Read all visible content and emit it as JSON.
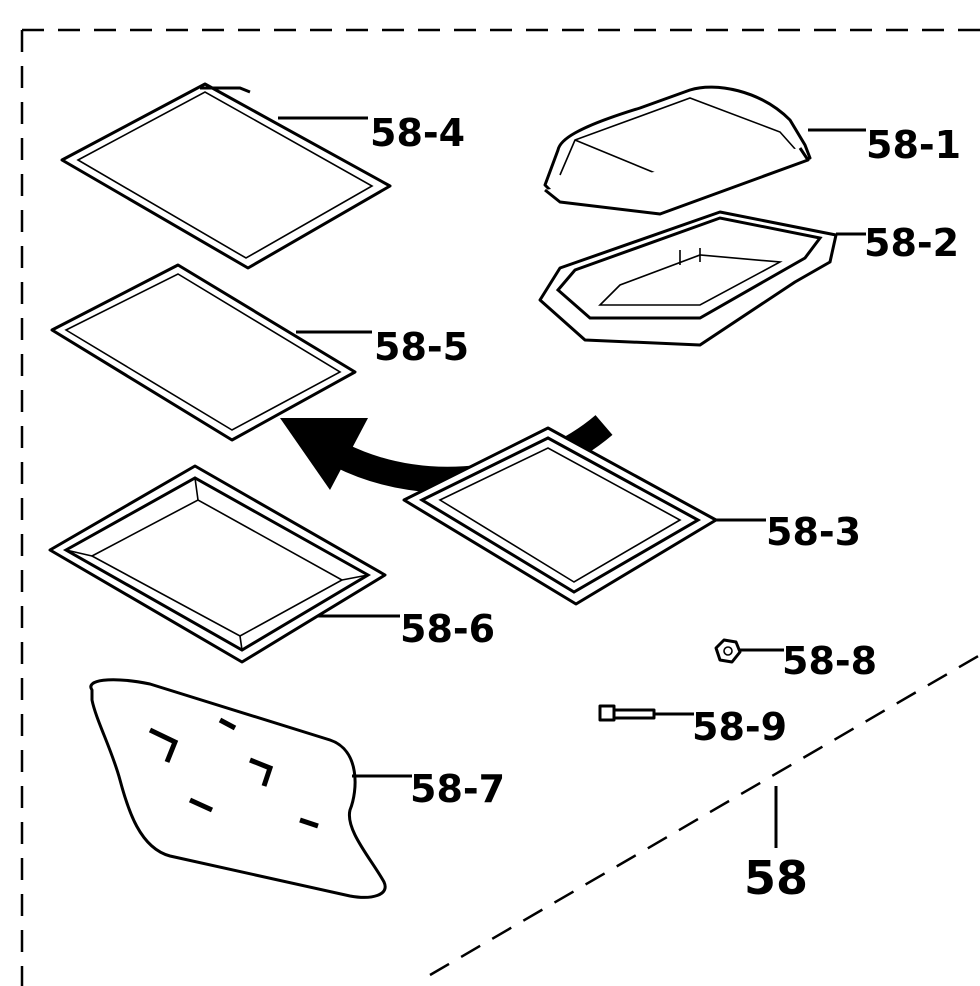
{
  "diagram": {
    "group_label": "58",
    "parts": [
      {
        "id": "58-1",
        "label": "58-1",
        "name": "lid-cover"
      },
      {
        "id": "58-2",
        "label": "58-2",
        "name": "cooking-vessel"
      },
      {
        "id": "58-3",
        "label": "58-3",
        "name": "shallow-tray"
      },
      {
        "id": "58-4",
        "label": "58-4",
        "name": "grill-rack"
      },
      {
        "id": "58-5",
        "label": "58-5",
        "name": "grill-plate"
      },
      {
        "id": "58-6",
        "label": "58-6",
        "name": "deep-baking-tray"
      },
      {
        "id": "58-7",
        "label": "58-7",
        "name": "textured-mat"
      },
      {
        "id": "58-8",
        "label": "58-8",
        "name": "nut"
      },
      {
        "id": "58-9",
        "label": "58-9",
        "name": "screw"
      }
    ],
    "arrow": "curved-arrow-icon"
  }
}
